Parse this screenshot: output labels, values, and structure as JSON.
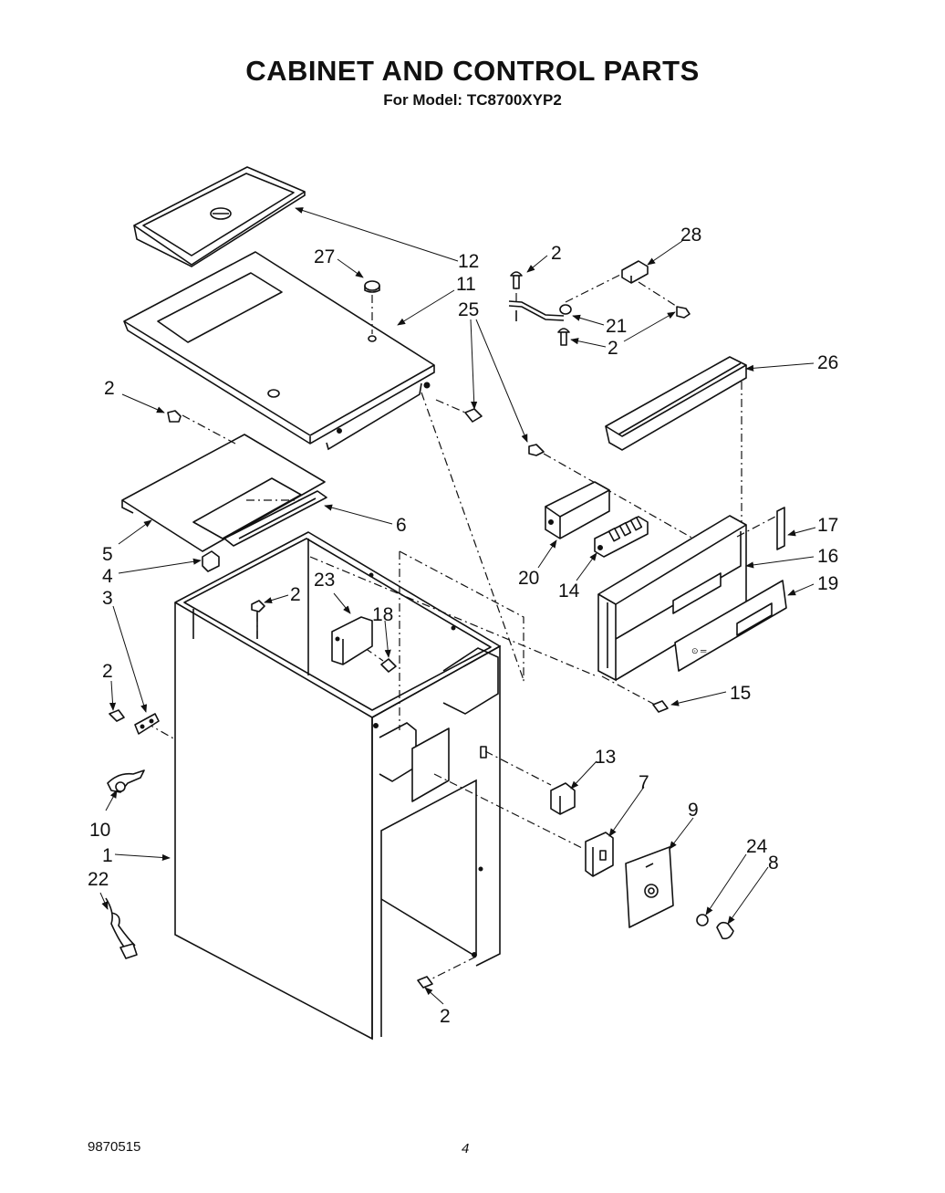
{
  "header": {
    "title": "CABINET AND CONTROL PARTS",
    "subtitle": "For Model: TC8700XYP2"
  },
  "footer": {
    "doc_number": "9870515",
    "page_number": "4"
  },
  "callouts": [
    {
      "id": "c-12",
      "label": "12"
    },
    {
      "id": "c-27",
      "label": "27"
    },
    {
      "id": "c-11",
      "label": "11"
    },
    {
      "id": "c-25",
      "label": "25"
    },
    {
      "id": "c-2a",
      "label": "2"
    },
    {
      "id": "c-28",
      "label": "28"
    },
    {
      "id": "c-21",
      "label": "21"
    },
    {
      "id": "c-2b",
      "label": "2"
    },
    {
      "id": "c-26",
      "label": "26"
    },
    {
      "id": "c-2c",
      "label": "2"
    },
    {
      "id": "c-6",
      "label": "6"
    },
    {
      "id": "c-5",
      "label": "5"
    },
    {
      "id": "c-4",
      "label": "4"
    },
    {
      "id": "c-3",
      "label": "3"
    },
    {
      "id": "c-2d",
      "label": "2"
    },
    {
      "id": "c-23",
      "label": "23"
    },
    {
      "id": "c-18",
      "label": "18"
    },
    {
      "id": "c-17",
      "label": "17"
    },
    {
      "id": "c-16",
      "label": "16"
    },
    {
      "id": "c-19",
      "label": "19"
    },
    {
      "id": "c-20",
      "label": "20"
    },
    {
      "id": "c-14",
      "label": "14"
    },
    {
      "id": "c-15",
      "label": "15"
    },
    {
      "id": "c-2e",
      "label": "2"
    },
    {
      "id": "c-13",
      "label": "13"
    },
    {
      "id": "c-7",
      "label": "7"
    },
    {
      "id": "c-9",
      "label": "9"
    },
    {
      "id": "c-24",
      "label": "24"
    },
    {
      "id": "c-8",
      "label": "8"
    },
    {
      "id": "c-10",
      "label": "10"
    },
    {
      "id": "c-1",
      "label": "1"
    },
    {
      "id": "c-22",
      "label": "22"
    },
    {
      "id": "c-2f",
      "label": "2"
    }
  ]
}
